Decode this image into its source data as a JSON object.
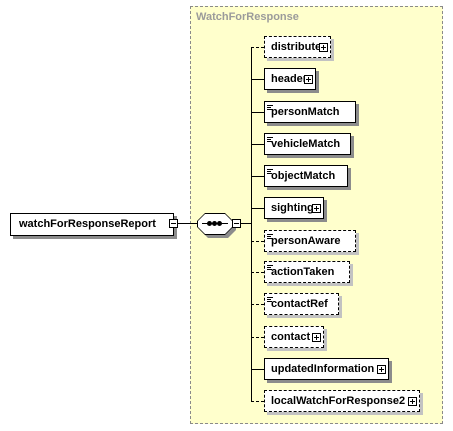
{
  "group": {
    "title": "WatchForResponse"
  },
  "root": {
    "label": "watchForResponseReport",
    "collapse_icon": "minus-box-icon"
  },
  "sequence": {
    "icon": "sequence-compositor-icon"
  },
  "children": [
    {
      "label": "distribute",
      "optional": true,
      "expandable": true,
      "simple": false
    },
    {
      "label": "header",
      "optional": false,
      "expandable": true,
      "simple": false
    },
    {
      "label": "personMatch",
      "optional": false,
      "expandable": false,
      "simple": true
    },
    {
      "label": "vehicleMatch",
      "optional": false,
      "expandable": false,
      "simple": true
    },
    {
      "label": "objectMatch",
      "optional": false,
      "expandable": false,
      "simple": true
    },
    {
      "label": "sighting",
      "optional": false,
      "expandable": true,
      "simple": false
    },
    {
      "label": "personAware",
      "optional": true,
      "expandable": false,
      "simple": true
    },
    {
      "label": "actionTaken",
      "optional": true,
      "expandable": false,
      "simple": true
    },
    {
      "label": "contactRef",
      "optional": true,
      "expandable": false,
      "simple": true
    },
    {
      "label": "contact",
      "optional": true,
      "expandable": true,
      "simple": false
    },
    {
      "label": "updatedInformation",
      "optional": false,
      "expandable": true,
      "simple": false
    },
    {
      "label": "localWatchForResponse2",
      "optional": true,
      "expandable": true,
      "simple": false
    }
  ]
}
